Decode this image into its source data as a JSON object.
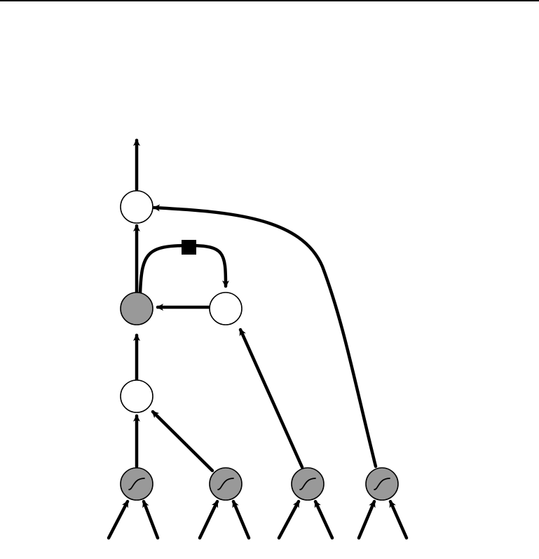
{
  "colors": {
    "stroke": "#000000",
    "node_fill_white": "#ffffff",
    "node_fill_gray": "#999999",
    "background": "#ffffff"
  },
  "nodes": [
    {
      "id": "output-node",
      "fill": "white"
    },
    {
      "id": "gated-node",
      "fill": "gray"
    },
    {
      "id": "memory-node",
      "fill": "white"
    },
    {
      "id": "sum-node",
      "fill": "white"
    },
    {
      "id": "sigmoid-node-1",
      "fill": "gray",
      "icon": "sigmoid-icon"
    },
    {
      "id": "sigmoid-node-2",
      "fill": "gray",
      "icon": "sigmoid-icon"
    },
    {
      "id": "sigmoid-node-3",
      "fill": "gray",
      "icon": "sigmoid-icon"
    },
    {
      "id": "sigmoid-node-4",
      "fill": "gray",
      "icon": "sigmoid-icon"
    }
  ],
  "edges": [
    {
      "from": "output-node",
      "to": "outside"
    },
    {
      "from": "gated-node",
      "to": "output-node"
    },
    {
      "from": "gated-node",
      "to": "memory-node",
      "delay": true,
      "icon": "delay-square-icon"
    },
    {
      "from": "memory-node",
      "to": "gated-node"
    },
    {
      "from": "sum-node",
      "to": "gated-node"
    },
    {
      "from": "sigmoid-node-1",
      "to": "sum-node"
    },
    {
      "from": "sigmoid-node-2",
      "to": "sum-node"
    },
    {
      "from": "sigmoid-node-3",
      "to": "memory-node"
    },
    {
      "from": "sigmoid-node-4",
      "to": "output-node"
    }
  ]
}
